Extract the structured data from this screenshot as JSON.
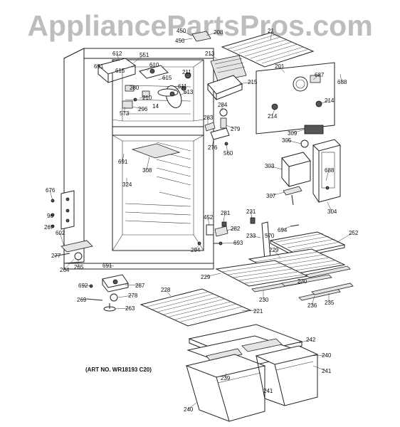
{
  "watermark": "AppliancePartsPros.com",
  "art_number": "(ART NO. WR18193 C20)",
  "parts": [
    {
      "id": "fastener-top-a",
      "label": "450"
    },
    {
      "id": "fastener-top-b",
      "label": "450"
    },
    {
      "id": "bracket-top",
      "label": "208"
    },
    {
      "id": "shelf-top",
      "label": "21"
    },
    {
      "id": "cover-top",
      "label": "213"
    },
    {
      "id": "panel-back",
      "label": "201"
    },
    {
      "id": "label-687",
      "label": "687"
    },
    {
      "id": "screw-688a",
      "label": "688"
    },
    {
      "id": "tray-215",
      "label": "215"
    },
    {
      "id": "grommet-214a",
      "label": "214"
    },
    {
      "id": "grommet-214b",
      "label": "214"
    },
    {
      "id": "nut-211",
      "label": "211"
    },
    {
      "id": "part-612",
      "label": "612"
    },
    {
      "id": "part-551",
      "label": "551"
    },
    {
      "id": "part-691a",
      "label": "691"
    },
    {
      "id": "part-615a",
      "label": "615"
    },
    {
      "id": "part-610",
      "label": "610"
    },
    {
      "id": "part-615b",
      "label": "615"
    },
    {
      "id": "part-611",
      "label": "611"
    },
    {
      "id": "part-613",
      "label": "613"
    },
    {
      "id": "part-280",
      "label": "280"
    },
    {
      "id": "part-210",
      "label": "210"
    },
    {
      "id": "part-14",
      "label": "14"
    },
    {
      "id": "part-573",
      "label": "573"
    },
    {
      "id": "part-296",
      "label": "296"
    },
    {
      "id": "part-284",
      "label": "284"
    },
    {
      "id": "part-283",
      "label": "283"
    },
    {
      "id": "part-279",
      "label": "279"
    },
    {
      "id": "part-276",
      "label": "276"
    },
    {
      "id": "part-560",
      "label": "560"
    },
    {
      "id": "part-309",
      "label": "309"
    },
    {
      "id": "part-305",
      "label": "305"
    },
    {
      "id": "part-303",
      "label": "303"
    },
    {
      "id": "part-688b",
      "label": "688"
    },
    {
      "id": "part-307",
      "label": "307"
    },
    {
      "id": "part-304",
      "label": "304"
    },
    {
      "id": "part-691b",
      "label": "691"
    },
    {
      "id": "part-308",
      "label": "308"
    },
    {
      "id": "part-324",
      "label": "324"
    },
    {
      "id": "part-676",
      "label": "676"
    },
    {
      "id": "part-96",
      "label": "96"
    },
    {
      "id": "part-267",
      "label": "267"
    },
    {
      "id": "part-602",
      "label": "602"
    },
    {
      "id": "part-277",
      "label": "277"
    },
    {
      "id": "part-264",
      "label": "264"
    },
    {
      "id": "part-265",
      "label": "265"
    },
    {
      "id": "part-691c",
      "label": "691"
    },
    {
      "id": "part-294",
      "label": "294"
    },
    {
      "id": "part-452",
      "label": "452"
    },
    {
      "id": "part-281",
      "label": "281"
    },
    {
      "id": "part-231",
      "label": "231"
    },
    {
      "id": "part-282",
      "label": "282"
    },
    {
      "id": "part-233",
      "label": "233"
    },
    {
      "id": "part-570",
      "label": "570"
    },
    {
      "id": "part-694",
      "label": "694"
    },
    {
      "id": "part-693",
      "label": "693"
    },
    {
      "id": "part-252",
      "label": "252"
    },
    {
      "id": "part-229a",
      "label": "229"
    },
    {
      "id": "part-229b",
      "label": "229"
    },
    {
      "id": "part-230a",
      "label": "230"
    },
    {
      "id": "part-230b",
      "label": "230"
    },
    {
      "id": "part-236",
      "label": "236"
    },
    {
      "id": "part-235",
      "label": "235"
    },
    {
      "id": "part-692",
      "label": "692"
    },
    {
      "id": "part-287",
      "label": "287"
    },
    {
      "id": "part-278",
      "label": "278"
    },
    {
      "id": "part-269",
      "label": "269"
    },
    {
      "id": "part-263",
      "label": "263"
    },
    {
      "id": "part-228",
      "label": "228"
    },
    {
      "id": "part-221",
      "label": "221"
    },
    {
      "id": "part-242",
      "label": "242"
    },
    {
      "id": "part-240a",
      "label": "240"
    },
    {
      "id": "part-241a",
      "label": "241"
    },
    {
      "id": "part-239",
      "label": "239"
    },
    {
      "id": "part-241b",
      "label": "241"
    },
    {
      "id": "part-240b",
      "label": "240"
    }
  ]
}
